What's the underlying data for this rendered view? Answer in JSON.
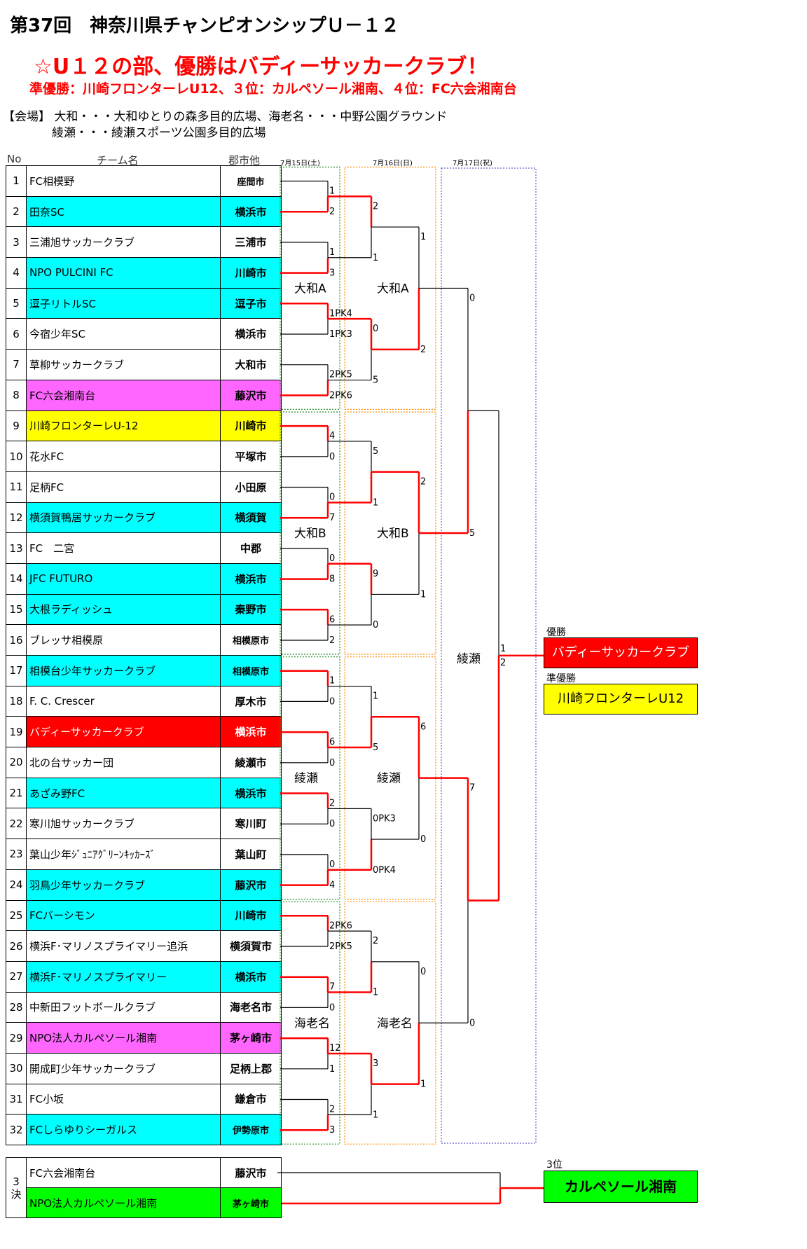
{
  "header": {
    "title": "第37回　神奈川県チャンピオンシップＵ－１２",
    "headline": "☆U１２の部、優勝はバディーサッカークラブ！",
    "sub": "準優勝：川崎フロンターレU12、３位：カルペソール湘南、４位：FC六会湘南台",
    "venue_line1": "【会場】 大和・・・大和ゆとりの森多目的広場、海老名・・・中野公園グラウンド",
    "venue_line2": "綾瀬・・・綾瀬スポーツ公園多目的広場"
  },
  "columns": {
    "no": "No",
    "team": "チーム名",
    "city": "郡市他"
  },
  "dates": [
    "7月15日(土)",
    "7月16日(日)",
    "7月17日(祝)"
  ],
  "teams": [
    {
      "no": "1",
      "name": "FC相模野",
      "city": "座間市",
      "color": "white",
      "small": true
    },
    {
      "no": "2",
      "name": "田奈SC",
      "city": "横浜市",
      "color": "cyan"
    },
    {
      "no": "3",
      "name": "三浦旭サッカークラブ",
      "city": "三浦市",
      "color": "white"
    },
    {
      "no": "4",
      "name": "NPO PULCINI FC",
      "city": "川崎市",
      "color": "cyan"
    },
    {
      "no": "5",
      "name": "逗子リトルSC",
      "city": "逗子市",
      "color": "cyan"
    },
    {
      "no": "6",
      "name": "今宿少年SC",
      "city": "横浜市",
      "color": "white"
    },
    {
      "no": "7",
      "name": "草柳サッカークラブ",
      "city": "大和市",
      "color": "white"
    },
    {
      "no": "8",
      "name": "FC六会湘南台",
      "city": "藤沢市",
      "color": "mag"
    },
    {
      "no": "9",
      "name": "川崎フロンターレU-12",
      "city": "川崎市",
      "color": "yel"
    },
    {
      "no": "10",
      "name": "花水FC",
      "city": "平塚市",
      "color": "white"
    },
    {
      "no": "11",
      "name": "足柄FC",
      "city": "小田原",
      "color": "white"
    },
    {
      "no": "12",
      "name": "横須賀鴨居サッカークラブ",
      "city": "横須賀",
      "color": "cyan"
    },
    {
      "no": "13",
      "name": "FC　二宮",
      "city": "中郡",
      "color": "white"
    },
    {
      "no": "14",
      "name": "JFC FUTURO",
      "city": "横浜市",
      "color": "cyan"
    },
    {
      "no": "15",
      "name": "大根ラディッシュ",
      "city": "秦野市",
      "color": "cyan"
    },
    {
      "no": "16",
      "name": "ブレッサ相模原",
      "city": "相模原市",
      "color": "white",
      "small": true
    },
    {
      "no": "17",
      "name": "相模台少年サッカークラブ",
      "city": "相模原市",
      "color": "cyan",
      "small": true
    },
    {
      "no": "18",
      "name": "F. C. Crescer",
      "city": "厚木市",
      "color": "white"
    },
    {
      "no": "19",
      "name": "バディーサッカークラブ",
      "city": "横浜市",
      "color": "red"
    },
    {
      "no": "20",
      "name": "北の台サッカー団",
      "city": "綾瀬市",
      "color": "white"
    },
    {
      "no": "21",
      "name": "あざみ野FC",
      "city": "横浜市",
      "color": "cyan"
    },
    {
      "no": "22",
      "name": "寒川旭サッカークラブ",
      "city": "寒川町",
      "color": "white"
    },
    {
      "no": "23",
      "name": "葉山少年ｼﾞｭﾆｱｸﾞﾘｰﾝｷｯｶｰｽﾞ",
      "city": "葉山町",
      "color": "white"
    },
    {
      "no": "24",
      "name": "羽鳥少年サッカークラブ",
      "city": "藤沢市",
      "color": "cyan"
    },
    {
      "no": "25",
      "name": "FCバーシモン",
      "city": "川崎市",
      "color": "cyan"
    },
    {
      "no": "26",
      "name": "横浜F･マリノスプライマリー追浜",
      "city": "横須賀市",
      "color": "white"
    },
    {
      "no": "27",
      "name": "横浜F･マリノスプライマリー",
      "city": "横浜市",
      "color": "cyan"
    },
    {
      "no": "28",
      "name": "中新田フットボールクラブ",
      "city": "海老名市",
      "color": "white"
    },
    {
      "no": "29",
      "name": "NPO法人カルペソール湘南",
      "city": "茅ヶ崎市",
      "color": "mag"
    },
    {
      "no": "30",
      "name": "開成町少年サッカークラブ",
      "city": "足柄上郡",
      "color": "white"
    },
    {
      "no": "31",
      "name": "FC小坂",
      "city": "鎌倉市",
      "color": "white"
    },
    {
      "no": "32",
      "name": "FCしらゆりシーガルス",
      "city": "伊勢原市",
      "color": "cyan",
      "small": true
    }
  ],
  "venues": {
    "yamatoA": "大和A",
    "yamatoB": "大和B",
    "ayase": "綾瀬",
    "ebina": "海老名"
  },
  "r1_scores": [
    "1",
    "2",
    "1",
    "3",
    "1PK4",
    "1PK3",
    "2PK5",
    "2PK6",
    "4",
    "0",
    "0",
    "7",
    "0",
    "8",
    "6",
    "2",
    "1",
    "0",
    "6",
    "0",
    "2",
    "0",
    "0",
    "4",
    "2PK6",
    "2PK5",
    "7",
    "0",
    "12",
    "1",
    "2",
    "3"
  ],
  "r2_scores": [
    "2",
    "1",
    "0",
    "5",
    "5",
    "1",
    "9",
    "0",
    "1",
    "5",
    "0PK3",
    "0PK4",
    "2",
    "1",
    "3",
    "1"
  ],
  "r3_scores": [
    "1",
    "2",
    "2",
    "1",
    "6",
    "0",
    "0",
    "1"
  ],
  "sf_scores": [
    "0",
    "5",
    "7",
    "0"
  ],
  "final_scores": [
    "1",
    "2"
  ],
  "final_venue": "綾瀬",
  "results": {
    "champion_label": "優勝",
    "champion": "バディーサッカークラブ",
    "runnerup_label": "準優勝",
    "runnerup": "川崎フロンターレU12",
    "third_label": "3位",
    "third": "カルペソール湘南"
  },
  "third_place": {
    "label": "3\n決",
    "teams": [
      {
        "name": "FC六会湘南台",
        "city": "藤沢市",
        "color": "white"
      },
      {
        "name": "NPO法人カルペソール湘南",
        "city": "茅ヶ崎市",
        "color": "grn"
      }
    ]
  }
}
